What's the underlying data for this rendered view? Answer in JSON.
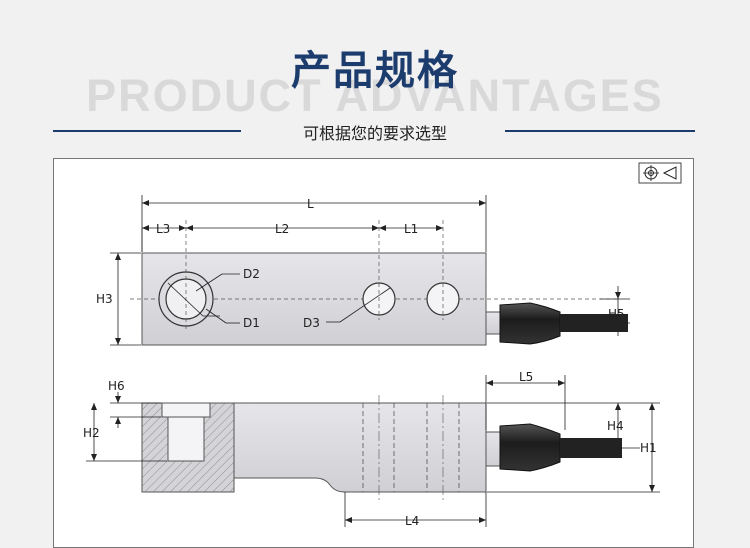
{
  "header": {
    "title": "产品规格",
    "background_word": "PRODUCT ADVANTAGES",
    "subtitle": "可根据您的要求选型"
  },
  "diagram": {
    "top_view": {
      "dims": {
        "L": "L",
        "L1": "L1",
        "L2": "L2",
        "L3": "L3",
        "H3": "H3",
        "H5": "H5",
        "D1": "D1",
        "D2": "D2",
        "D3": "D3"
      }
    },
    "side_view": {
      "dims": {
        "H1": "H1",
        "H2": "H2",
        "H4": "H4",
        "H6": "H6",
        "L4": "L4",
        "L5": "L5"
      }
    }
  },
  "colors": {
    "accent": "#1d3c6e",
    "body_metal": "#d8d8dc",
    "cable": "#222222"
  }
}
